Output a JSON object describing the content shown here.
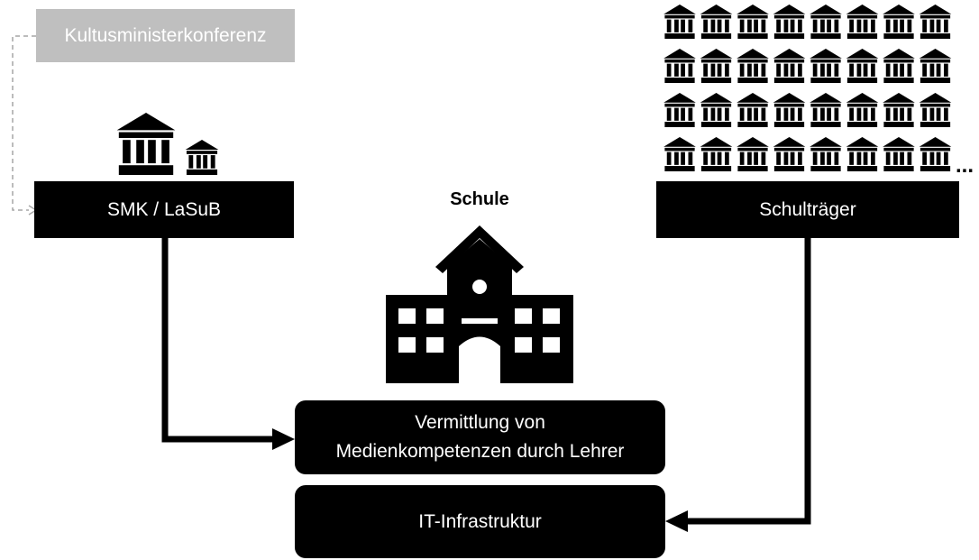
{
  "nodes": {
    "kmk": "Kultusministerkonferenz",
    "smk": "SMK / LaSuB",
    "traeger": "Schulträger",
    "schule": "Schule",
    "vermittlung_line1": "Vermittlung von",
    "vermittlung_line2": "Medienkompetenzen durch Lehrer",
    "it": "IT-Infrastruktur",
    "ellipsis": "..."
  },
  "colors": {
    "box": "#000000",
    "kmk_box": "#bfbfbf",
    "dashed_connector": "#a6a6a6"
  },
  "icons": [
    "bank-icon",
    "school-building-icon"
  ]
}
